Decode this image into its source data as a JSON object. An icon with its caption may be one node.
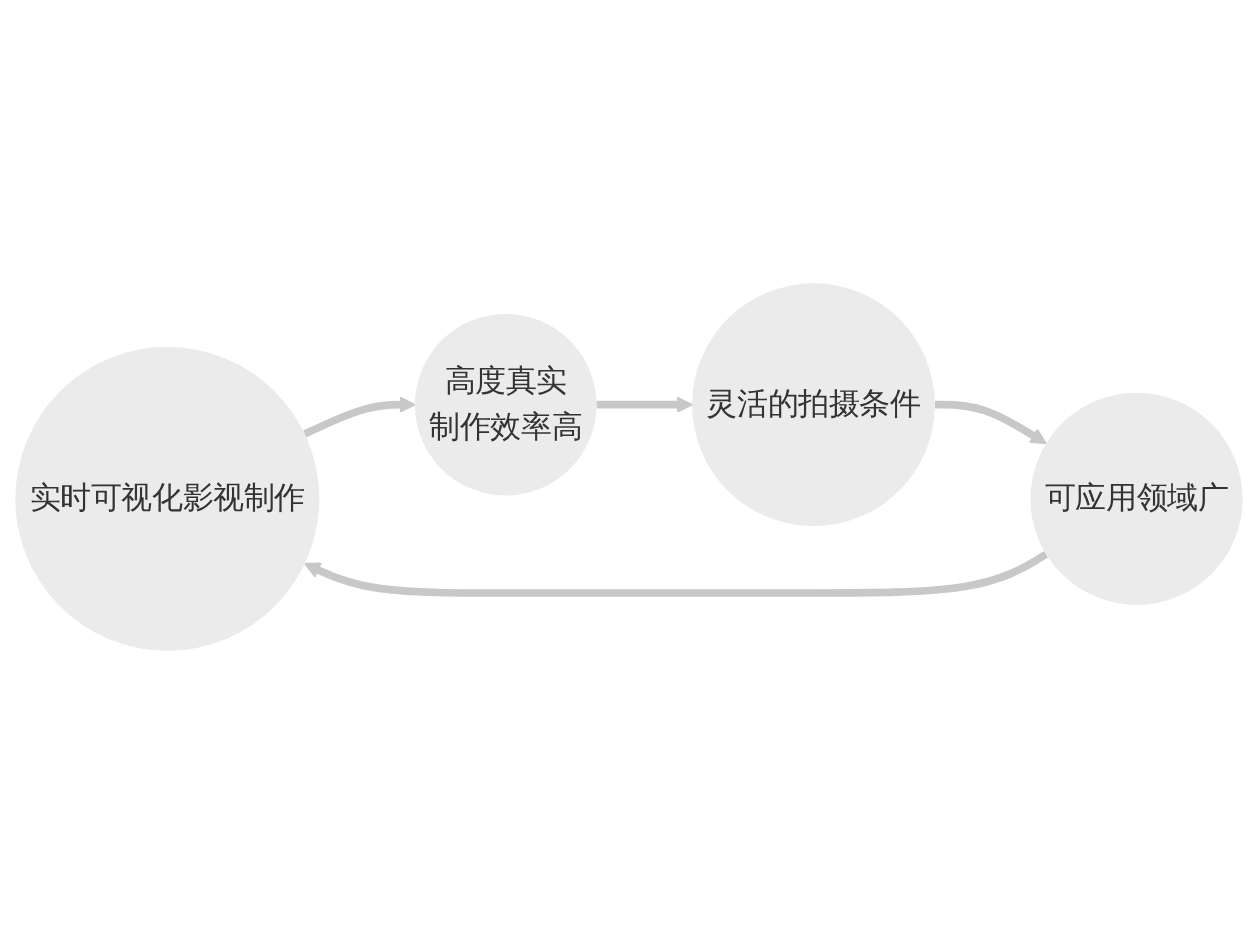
{
  "diagram": {
    "nodes": [
      {
        "text": [
          "实时可视化影视制作"
        ]
      },
      {
        "text": [
          "高度真实",
          "制作效率高"
        ]
      },
      {
        "text": [
          "灵活的拍摄条件"
        ]
      },
      {
        "text": [
          "可应用领域广"
        ]
      }
    ],
    "edges": [
      {
        "from": 0,
        "to": 1,
        "arrow": "to"
      },
      {
        "from": 1,
        "to": 2,
        "arrow": "to"
      },
      {
        "from": 2,
        "to": 3,
        "arrow": "to"
      },
      {
        "from": 3,
        "to": 0,
        "arrow": "to"
      }
    ]
  }
}
